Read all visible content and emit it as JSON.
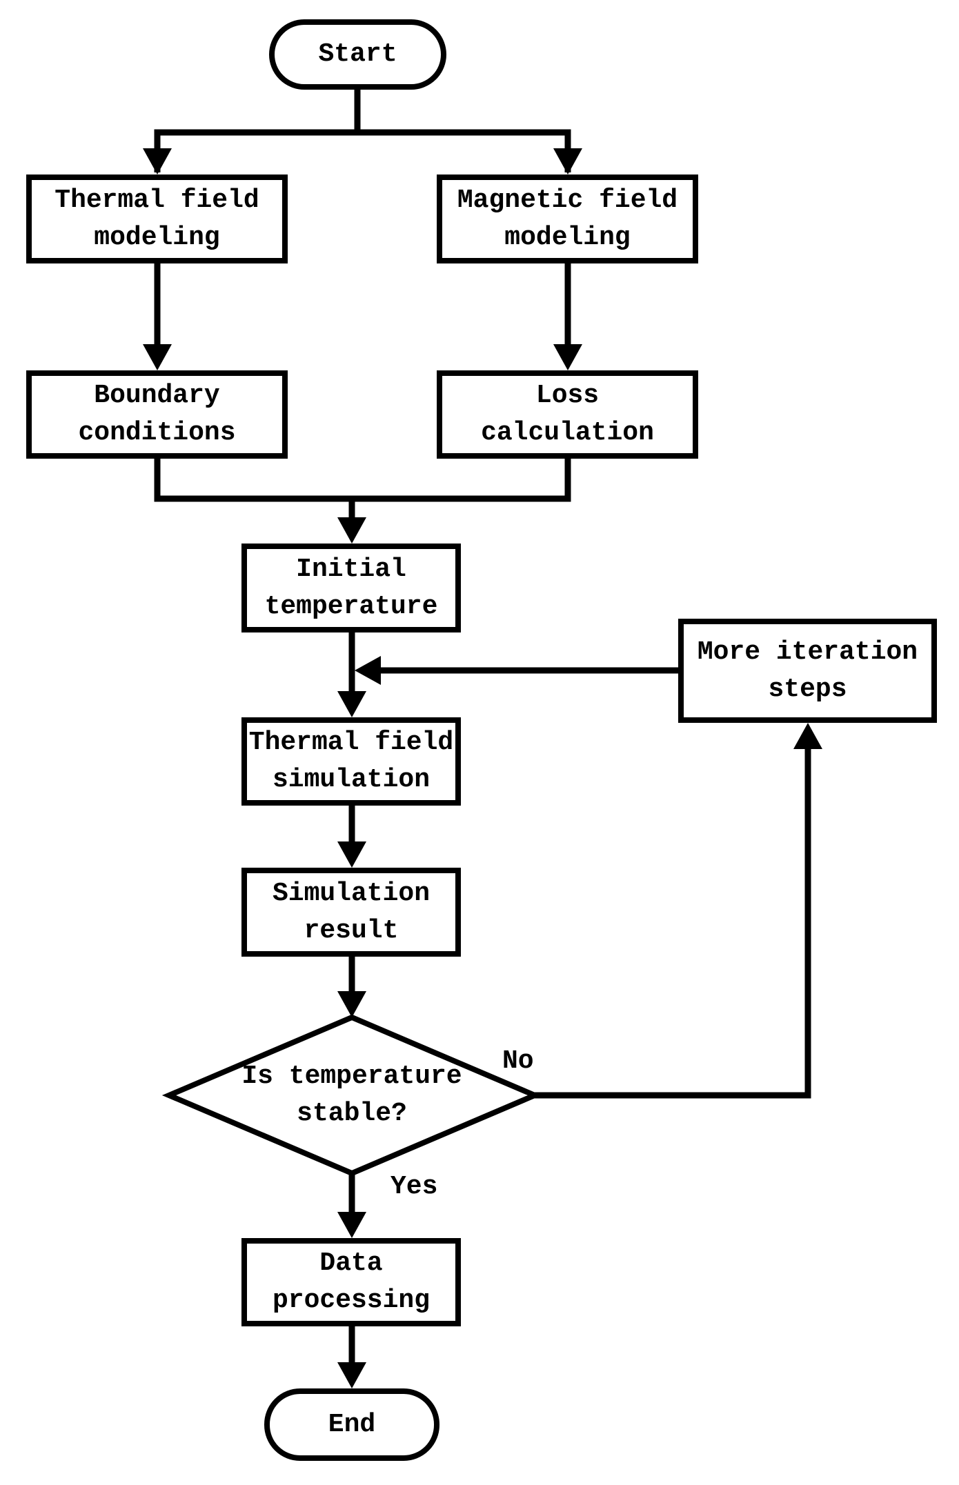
{
  "diagram": {
    "colors": {
      "background": "#ffffff",
      "stroke": "#000000",
      "text": "#000000"
    },
    "nodes": {
      "start": {
        "type": "terminator",
        "label": "Start"
      },
      "thermal_field_modeling": {
        "type": "process",
        "lines": [
          "Thermal field",
          "modeling"
        ]
      },
      "magnetic_field_modeling": {
        "type": "process",
        "lines": [
          "Magnetic field",
          "modeling"
        ]
      },
      "boundary_conditions": {
        "type": "process",
        "lines": [
          "Boundary",
          "conditions"
        ]
      },
      "loss_calculation": {
        "type": "process",
        "lines": [
          "Loss",
          "calculation"
        ]
      },
      "initial_temperature": {
        "type": "process",
        "lines": [
          "Initial",
          "temperature"
        ]
      },
      "more_iteration_steps": {
        "type": "process",
        "lines": [
          "More iteration",
          "steps"
        ]
      },
      "thermal_field_simulation": {
        "type": "process",
        "lines": [
          "Thermal field",
          "simulation"
        ]
      },
      "simulation_result": {
        "type": "process",
        "lines": [
          "Simulation",
          "result"
        ]
      },
      "is_temperature_stable": {
        "type": "decision",
        "lines": [
          "Is temperature",
          "stable?"
        ]
      },
      "data_processing": {
        "type": "process",
        "lines": [
          "Data",
          "processing"
        ]
      },
      "end": {
        "type": "terminator",
        "label": "End"
      }
    },
    "edge_labels": {
      "no": "No",
      "yes": "Yes"
    }
  }
}
